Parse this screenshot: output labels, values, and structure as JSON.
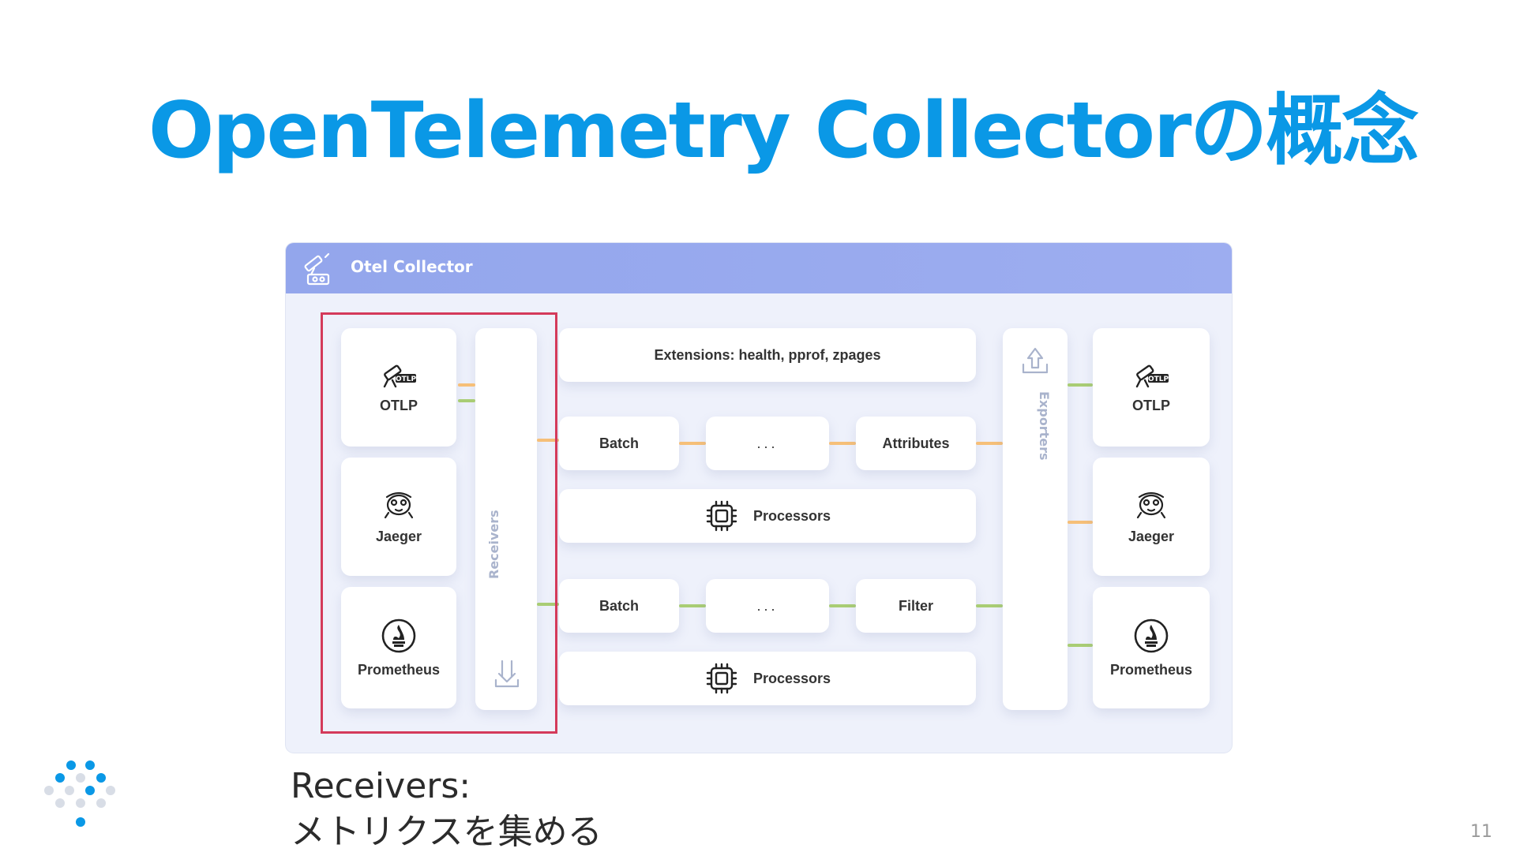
{
  "slide": {
    "title": "OpenTelemetry Collectorの概念",
    "caption_line1": "Receivers:",
    "caption_line2": "メトリクスを集める",
    "page_number": "11"
  },
  "diagram": {
    "header_title": "Otel Collector",
    "receivers": [
      {
        "label": "OTLP",
        "icon": "otlp-telescope-icon"
      },
      {
        "label": "Jaeger",
        "icon": "jaeger-gopher-icon"
      },
      {
        "label": "Prometheus",
        "icon": "prometheus-flame-icon"
      }
    ],
    "receivers_label": "Receivers",
    "extensions_label": "Extensions: health, pprof, zpages",
    "pipeline1": {
      "first": "Batch",
      "middle": "...",
      "last": "Attributes",
      "processors": "Processors"
    },
    "pipeline2": {
      "first": "Batch",
      "middle": "...",
      "last": "Filter",
      "processors": "Processors"
    },
    "exporters_label": "Exporters",
    "exporters": [
      {
        "label": "OTLP",
        "icon": "otlp-telescope-icon"
      },
      {
        "label": "Jaeger",
        "icon": "jaeger-gopher-icon"
      },
      {
        "label": "Prometheus",
        "icon": "prometheus-flame-icon"
      }
    ]
  },
  "colors": {
    "title": "#0a98e6",
    "header": "#93a6ec",
    "highlight": "#d43a5a",
    "connector_orange": "#f6bf78",
    "connector_green": "#a9cd74"
  }
}
